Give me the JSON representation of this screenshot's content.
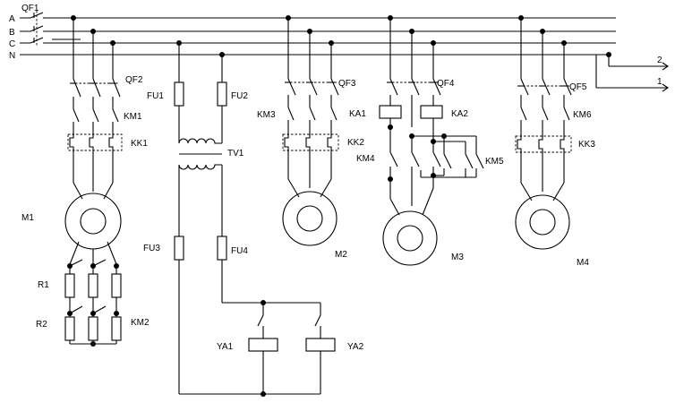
{
  "title": "",
  "phases": [
    "A",
    "B",
    "C",
    "N"
  ],
  "breakers": [
    "QF1",
    "QF2",
    "QF3",
    "QF4",
    "QF5"
  ],
  "contactors": [
    "KM1",
    "KM2",
    "KM3",
    "KM4",
    "KM5",
    "KM6"
  ],
  "relays": [
    "KA1",
    "KA2"
  ],
  "thermal_relays": [
    "KK1",
    "KK2",
    "KK3"
  ],
  "fuses": [
    "FU1",
    "FU2",
    "FU3",
    "FU4"
  ],
  "transformer": "TV1",
  "motors": [
    "M1",
    "M2",
    "M3",
    "M4"
  ],
  "resistors": [
    "R1",
    "R2"
  ],
  "solenoids": [
    "YA1",
    "YA2"
  ],
  "outputs": [
    "2",
    "1"
  ]
}
